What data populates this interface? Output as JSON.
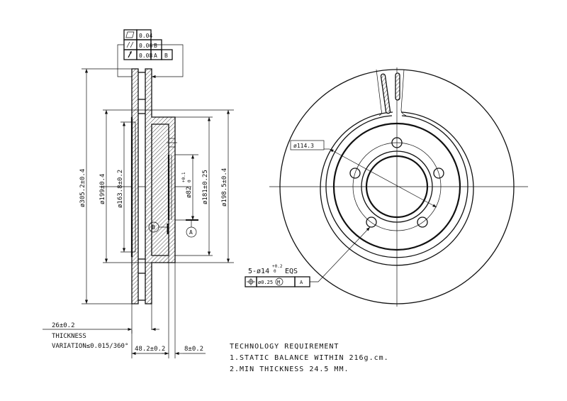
{
  "tolerance_frame": {
    "rows": [
      {
        "symbol": "flatness",
        "value": "0.04",
        "datums": []
      },
      {
        "symbol": "parallelism",
        "value": "0.06",
        "datums": [
          "B"
        ]
      },
      {
        "symbol": "runout",
        "value": "0.08",
        "datums": [
          "A",
          "B"
        ]
      }
    ]
  },
  "side_view": {
    "dims": {
      "outer_dia": "ø305.2±0.4",
      "dia_199": "ø199±0.4",
      "dia_163": "ø163.8±0.2",
      "center_bore": "ø82",
      "center_bore_tol_upper": "+0.1",
      "center_bore_tol_lower": "0",
      "hat_dia": "ø181±0.25",
      "dia_198": "ø198.5±0.4"
    },
    "datum_a": "A",
    "datum_b": "B"
  },
  "bottom_notes": {
    "thickness": "26±0.2",
    "thickness_label": "THICKNESS",
    "variation": "VARIATION≤0.015/360°",
    "hat_height": "48.2±0.2",
    "hat_thickness": "8±0.2"
  },
  "front_view": {
    "pcd": "ø114.3",
    "holes": "5-ø14",
    "holes_tol_upper": "+0.2",
    "holes_tol_lower": "0",
    "holes_suffix": "EQS",
    "position_tol": "ø0.25",
    "modifier": "M",
    "datum": "A"
  },
  "tech_req": {
    "title": "TECHNOLOGY REQUIREMENT",
    "items": [
      "1.STATIC BALANCE WITHIN 216g.cm.",
      "2.MIN THICKNESS 24.5 MM."
    ]
  }
}
